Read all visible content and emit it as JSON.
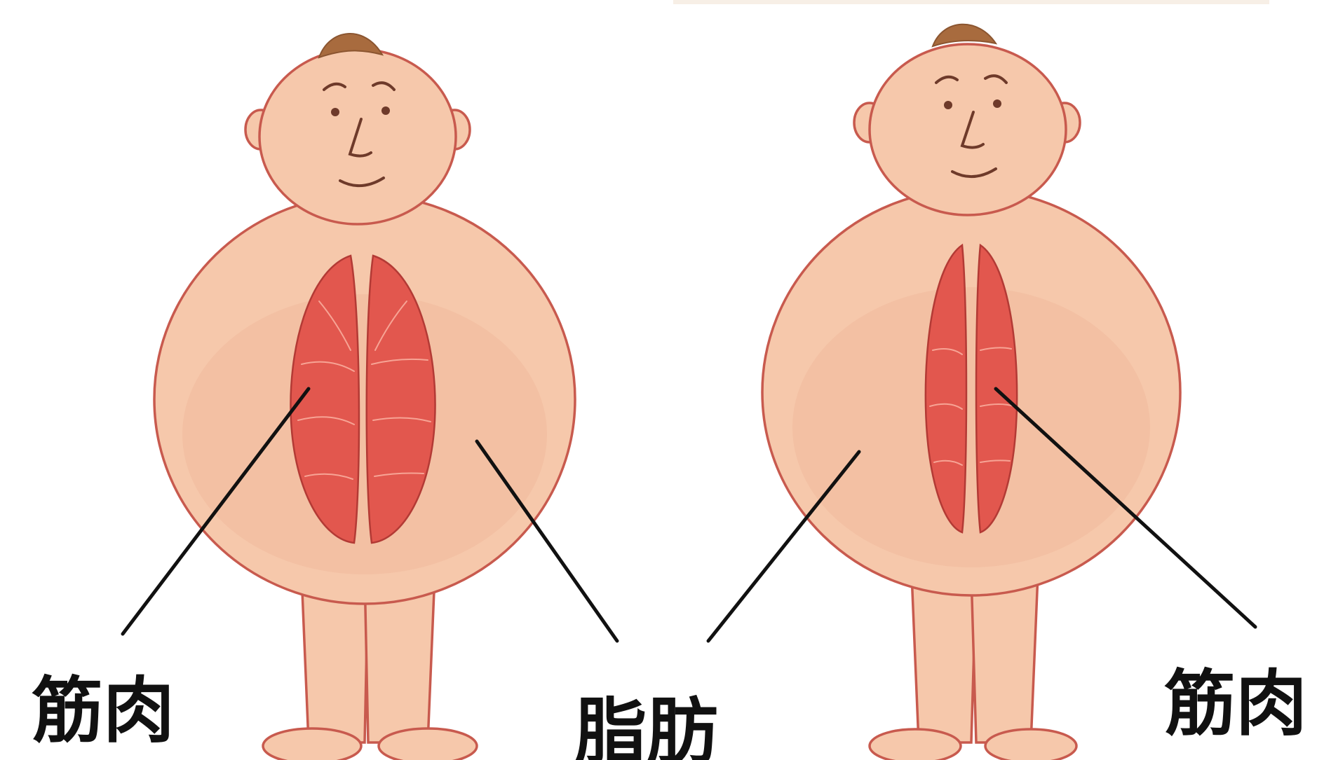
{
  "labels": {
    "left_muscle": "筋肉",
    "center_fat": "脂肪",
    "right_muscle": "筋肉"
  },
  "colors": {
    "skin": "#f6c8ab",
    "outline": "#c85a4e",
    "muscle": "#e2574e",
    "hair": "#a86b3e",
    "text": "#111111"
  }
}
